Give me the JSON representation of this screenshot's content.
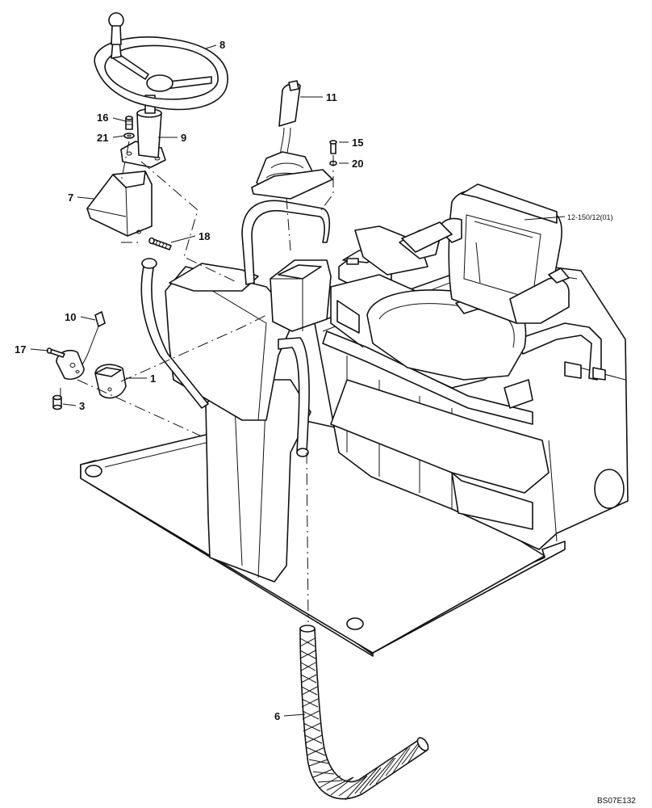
{
  "callouts": {
    "c1": "1",
    "c3": "3",
    "c6": "6",
    "c7": "7",
    "c8": "8",
    "c9": "9",
    "c10": "10",
    "c11": "11",
    "c15": "15",
    "c16": "16",
    "c17": "17",
    "c18": "18",
    "c20": "20",
    "c21": "21"
  },
  "seat_reference": "12-150/12(01)",
  "drawing_code": "BS07E132"
}
